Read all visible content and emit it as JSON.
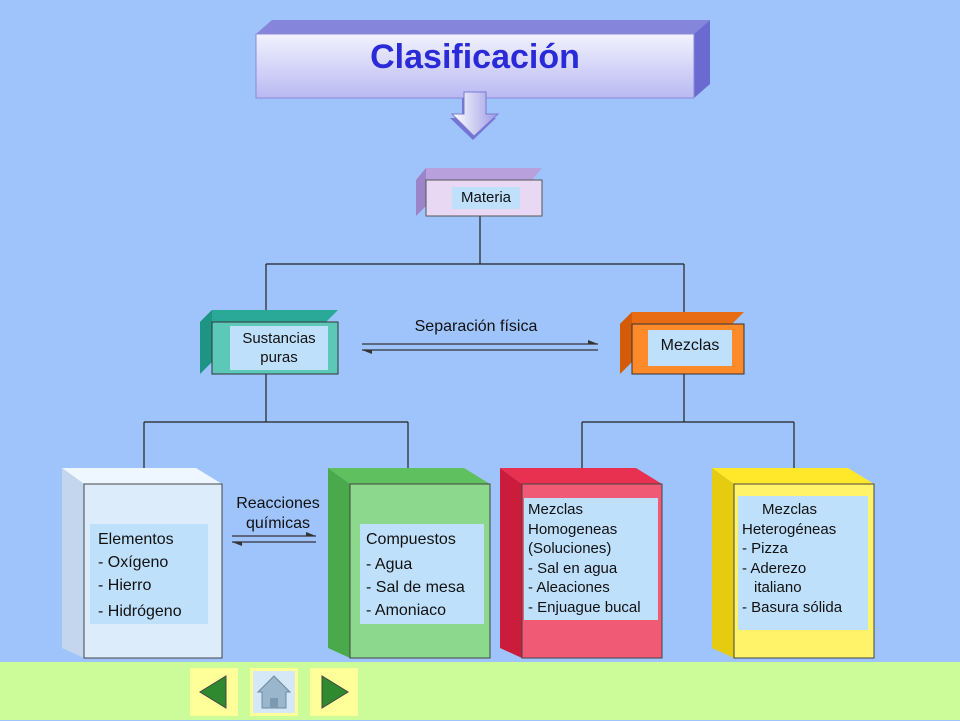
{
  "title": "Clasificación",
  "nodes": {
    "materia": "Materia",
    "sustancias": [
      "Sustancias",
      "puras"
    ],
    "mezclas": "Mezclas",
    "elementos": {
      "heading": "Elementos",
      "items": [
        "- Oxígeno",
        "- Hierro",
        "- Hidrógeno"
      ]
    },
    "compuestos": {
      "heading": "Compuestos",
      "items": [
        "- Agua",
        "- Sal de mesa",
        "- Amoniaco"
      ]
    },
    "homogeneas": {
      "heading": [
        "Mezclas",
        "Homogeneas",
        "(Soluciones)"
      ],
      "items": [
        "- Sal en agua",
        "- Aleaciones",
        "- Enjuague bucal"
      ]
    },
    "heterogeneas": {
      "heading": [
        "Mezclas",
        "Heterogéneas"
      ],
      "items": [
        "- Pizza",
        "- Aderezo",
        "italiano",
        "- Basura sólida"
      ]
    }
  },
  "edge_labels": {
    "separacion": "Separación física",
    "reacciones": [
      "Reacciones",
      "químicas"
    ]
  },
  "colors": {
    "background": "#9fc3fb",
    "materia": "#e8d8f4",
    "sustancias": "#5cc8b8",
    "mezclas": "#ff8a2a",
    "elementos": "#dcecfb",
    "compuestos": "#8cd88c",
    "homogeneas": "#f05a74",
    "heterogeneas": "#fff36a",
    "footer": "#ccfb99"
  },
  "nav": {
    "prev_icon": "left-triangle-icon",
    "home_icon": "home-icon",
    "next_icon": "right-triangle-icon"
  }
}
